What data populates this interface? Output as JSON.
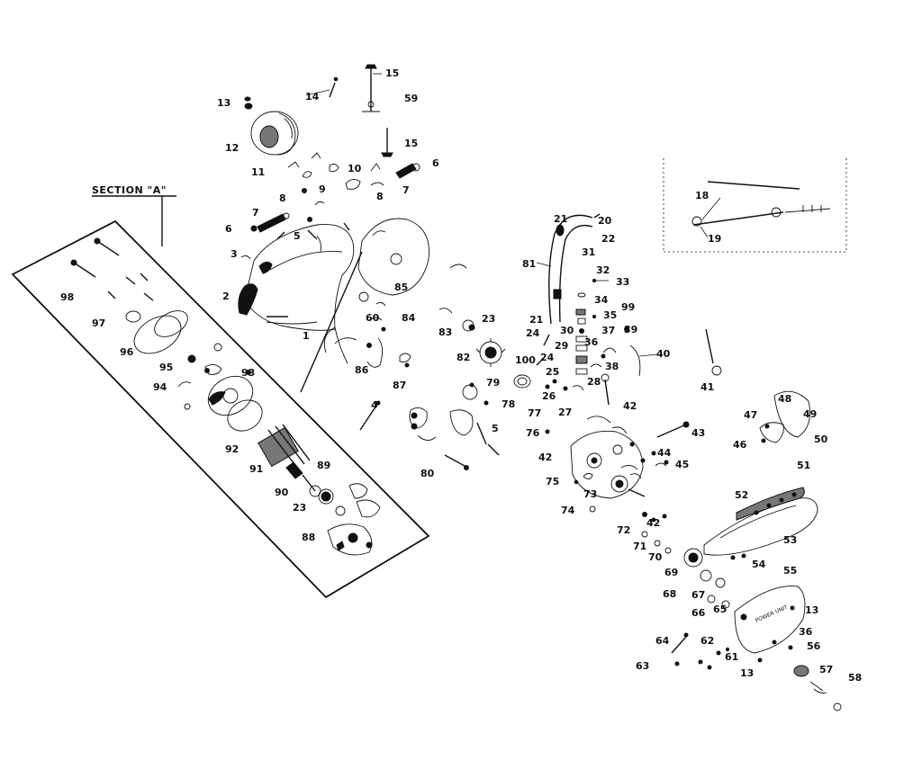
{
  "section_label": "SECTION \"A\"",
  "housing_stamp": "POWER UNIT",
  "labels": {
    "p1": "1",
    "p2": "2",
    "p3": "3",
    "p4": "4",
    "p5a": "5",
    "p5b": "5",
    "p6a": "6",
    "p6b": "6",
    "p7a": "7",
    "p7b": "7",
    "p8a": "8",
    "p8b": "8",
    "p9": "9",
    "p10": "10",
    "p11": "11",
    "p12": "12",
    "p13a": "13",
    "p13b": "13",
    "p13c": "13",
    "p14": "14",
    "p15a": "15",
    "p15b": "15",
    "p18": "18",
    "p19": "19",
    "p20": "20",
    "p21a": "21",
    "p21b": "21",
    "p22": "22",
    "p23a": "23",
    "p23b": "23",
    "p24a": "24",
    "p24b": "24",
    "p25": "25",
    "p26": "26",
    "p27": "27",
    "p28": "28",
    "p29": "29",
    "p30": "30",
    "p31": "31",
    "p32": "32",
    "p33": "33",
    "p34": "34",
    "p35": "35",
    "p36a": "36",
    "p36b": "36",
    "p37": "37",
    "p38": "38",
    "p39": "39",
    "p40": "40",
    "p41": "41",
    "p42a": "42",
    "p42b": "42",
    "p42c": "42",
    "p43": "43",
    "p44": "44",
    "p45": "45",
    "p46": "46",
    "p47": "47",
    "p48": "48",
    "p49": "49",
    "p50": "50",
    "p51": "51",
    "p52": "52",
    "p53": "53",
    "p54": "54",
    "p55": "55",
    "p56": "56",
    "p57": "57",
    "p58": "58",
    "p59": "59",
    "p60": "60",
    "p61": "61",
    "p62": "62",
    "p63": "63",
    "p64": "64",
    "p65": "65",
    "p66": "66",
    "p67": "67",
    "p68": "68",
    "p69": "69",
    "p70": "70",
    "p71": "71",
    "p72": "72",
    "p73": "73",
    "p74": "74",
    "p75": "75",
    "p76": "76",
    "p77": "77",
    "p78": "78",
    "p79": "79",
    "p80": "80",
    "p81": "81",
    "p82": "82",
    "p83": "83",
    "p84": "84",
    "p85": "85",
    "p86": "86",
    "p87": "87",
    "p88": "88",
    "p89": "89",
    "p90": "90",
    "p91": "91",
    "p92": "92",
    "p93": "93",
    "p94": "94",
    "p95": "95",
    "p96": "96",
    "p97": "97",
    "p98": "98",
    "p99": "99",
    "p100": "100"
  }
}
